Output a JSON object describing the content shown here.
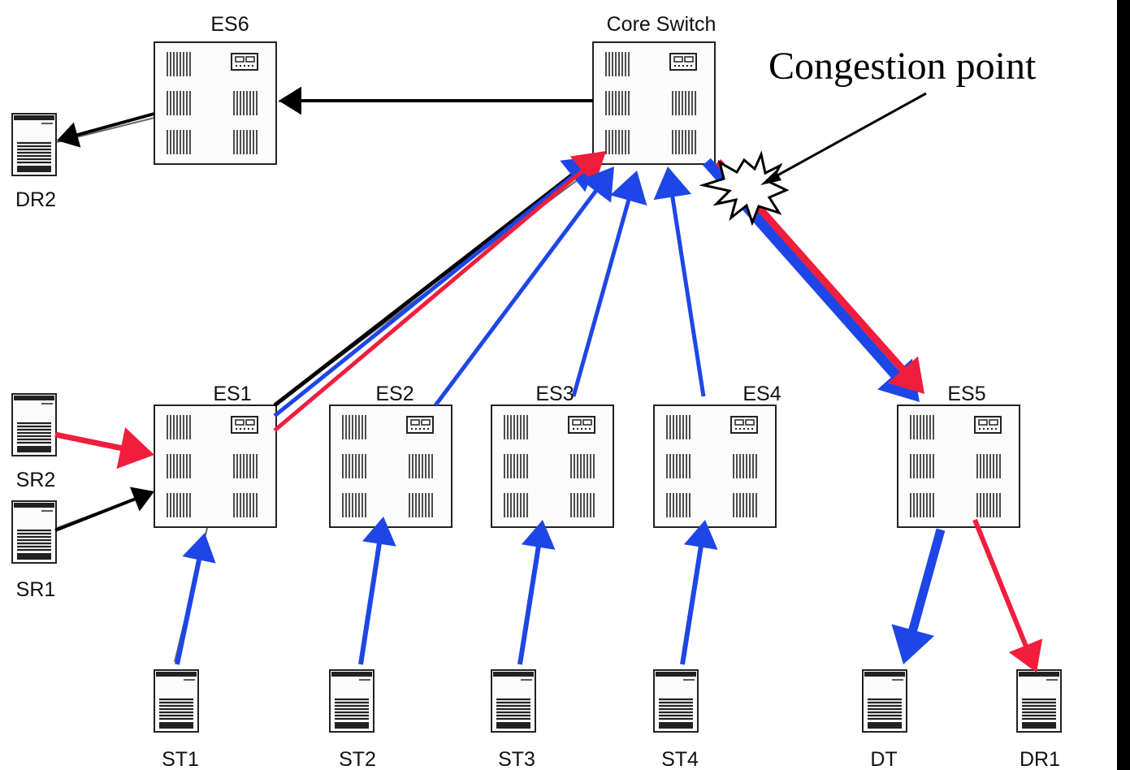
{
  "diagram": {
    "annotation": "Congestion point",
    "colors": {
      "red": "#f01e3c",
      "blue": "#1e46e6",
      "black": "#000000"
    },
    "switches": {
      "es6": "ES6",
      "core": "Core Switch",
      "es1": "ES1",
      "es2": "ES2",
      "es3": "ES3",
      "es4": "ES4",
      "es5": "ES5"
    },
    "hosts": {
      "dr2": "DR2",
      "sr2": "SR2",
      "sr1": "SR1",
      "st1": "ST1",
      "st2": "ST2",
      "st3": "ST3",
      "st4": "ST4",
      "dt": "DT",
      "dr1": "DR1"
    }
  }
}
